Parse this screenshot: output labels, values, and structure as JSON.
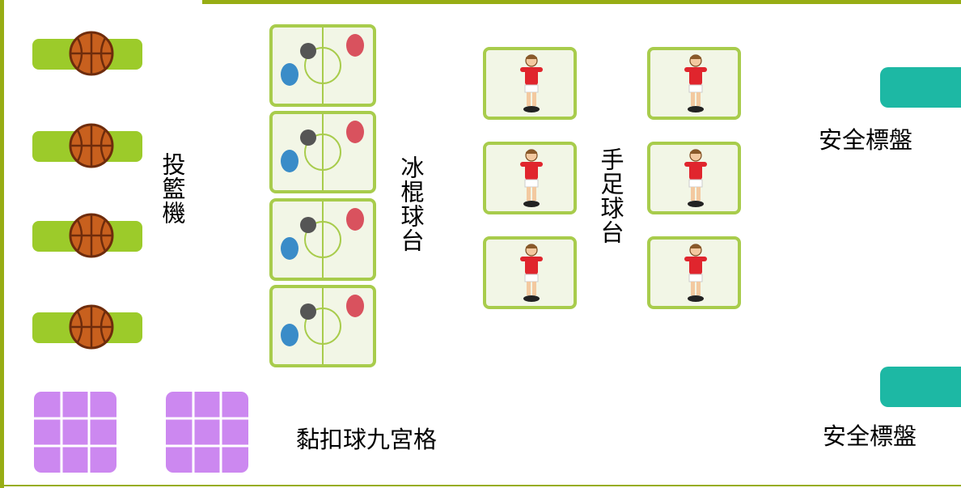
{
  "areas": {
    "basketball": {
      "label": "投籃機",
      "count": 4
    },
    "air_hockey": {
      "label": "冰棍球台",
      "count": 4
    },
    "foosball": {
      "label": "手足球台",
      "count": 6
    },
    "velcro_grid": {
      "label": "黏扣球九宮格",
      "count": 2
    },
    "safety_signs": [
      {
        "label": "安全標盤"
      },
      {
        "label": "安全標盤"
      }
    ]
  },
  "colors": {
    "frame": "#97ad14",
    "basketball_base": "#9ccb2a",
    "basketball_ball": "#c8601e",
    "table_border": "#a8cc4c",
    "table_fill": "#f2f6e6",
    "puck_blue": "#3a8cc8",
    "puck_gray": "#555555",
    "puck_red": "#d9525e",
    "sign": "#1db8a4",
    "grid": "#cc88f0"
  },
  "icons": [
    "basketball-icon",
    "air-hockey-table-icon",
    "foosball-player-icon",
    "nine-grid-target-icon",
    "safety-sign-icon"
  ]
}
